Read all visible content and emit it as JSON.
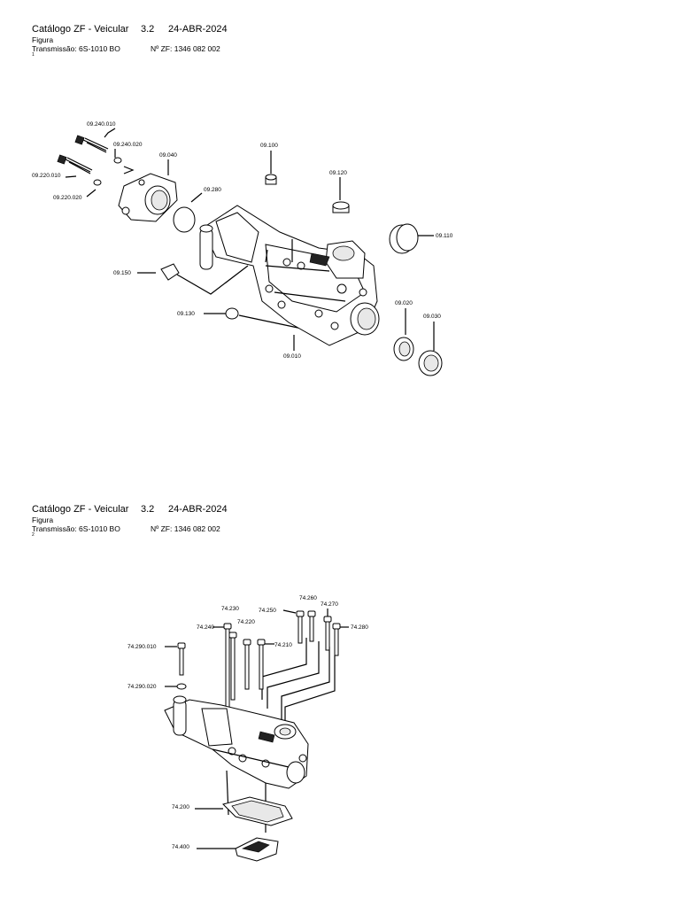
{
  "pages": [
    {
      "catalog": "Catálogo ZF - Veicular",
      "version": "3.2",
      "date": "24-ABR-2024",
      "section": "Figura",
      "transmission": "Transmissão: 6S-1010 BO",
      "zf_number": "Nº ZF: 1346 082 002",
      "figure_number": "1",
      "labels": [
        "09.240.010",
        "09.240.020",
        "09.220.010",
        "09.220.020",
        "09.040",
        "09.280",
        "09.100",
        "09.120",
        "09.110",
        "09.150",
        "09.130",
        "09.010",
        "09.020",
        "09.030"
      ]
    },
    {
      "catalog": "Catálogo ZF - Veicular",
      "version": "3.2",
      "date": "24-ABR-2024",
      "section": "Figura",
      "transmission": "Transmissão: 6S-1010 BO",
      "zf_number": "Nº ZF: 1346 082 002",
      "figure_number": "2",
      "labels": [
        "74.260",
        "74.270",
        "74.230",
        "74.250",
        "74.240",
        "74.220",
        "74.280",
        "74.210",
        "74.290.010",
        "74.290.020",
        "74.200",
        "74.400"
      ]
    }
  ]
}
